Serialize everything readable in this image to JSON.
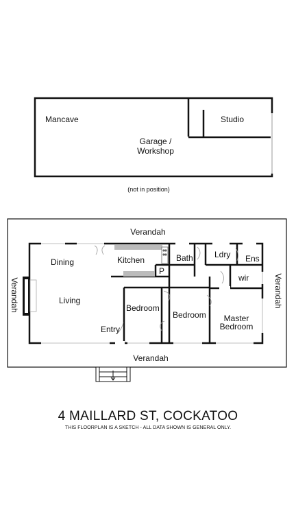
{
  "outbuilding": {
    "mancave": "Mancave",
    "garage_line1": "Garage /",
    "garage_line2": "Workshop",
    "studio": "Studio",
    "note": "(not in position)"
  },
  "house": {
    "verandah_top": "Verandah",
    "verandah_left": "Verandah",
    "verandah_right": "Verandah",
    "verandah_bottom": "Verandah",
    "dining": "Dining",
    "living": "Living",
    "kitchen": "Kitchen",
    "pantry": "P",
    "bath": "Bath",
    "laundry": "Ldry",
    "ensuite": "Ens",
    "wir": "wir",
    "bedroom_1": "Bedroom",
    "bedroom_2": "Bedroom",
    "master_line1": "Master",
    "master_line2": "Bedroom",
    "entry": "Entry"
  },
  "caption": {
    "address": "4 MAILLARD ST, COCKATOO",
    "disclaimer": "THIS FLOORPLAN IS A SKETCH - ALL DATA SHOWN IS GENERAL ONLY."
  }
}
